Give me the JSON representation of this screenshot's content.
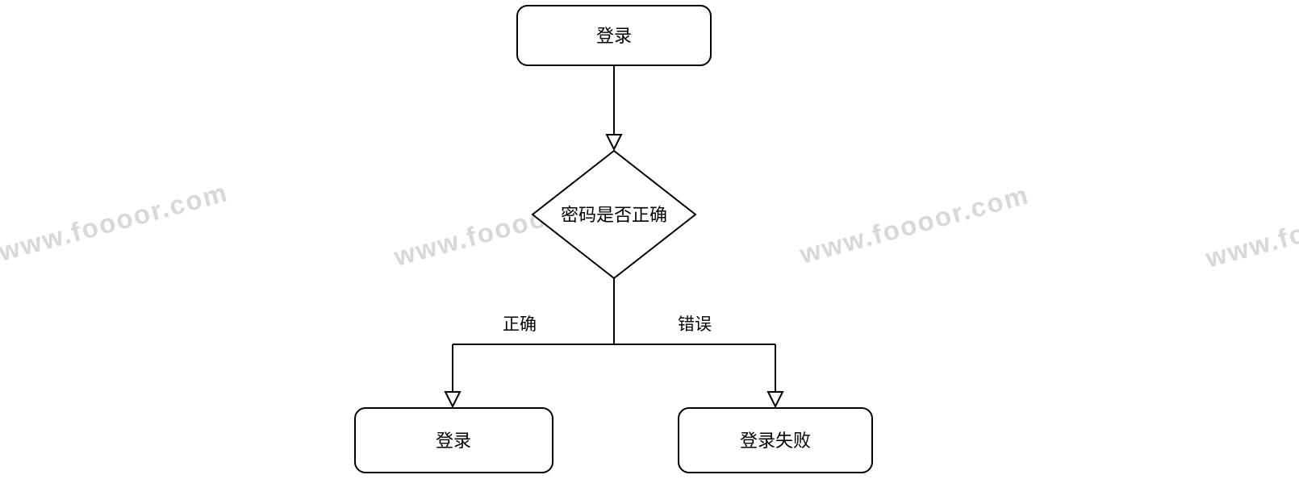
{
  "watermark": {
    "text": "www.foooor.com"
  },
  "diagram": {
    "nodes": [
      {
        "id": "start",
        "type": "rounded-rect",
        "label": "登录"
      },
      {
        "id": "decision",
        "type": "diamond",
        "label": "密码是否正确"
      },
      {
        "id": "success",
        "type": "rounded-rect",
        "label": "登录"
      },
      {
        "id": "failure",
        "type": "rounded-rect",
        "label": "登录失败"
      }
    ],
    "edges": [
      {
        "from": "start",
        "to": "decision",
        "label": ""
      },
      {
        "from": "decision",
        "to": "success",
        "label": "正确"
      },
      {
        "from": "decision",
        "to": "failure",
        "label": "错误"
      }
    ]
  },
  "colors": {
    "background": "#ffffff",
    "line": "#000000",
    "node_fill": "#ffffff",
    "node_stroke": "#000000",
    "text": "#000000",
    "watermark": "#d8d8d8"
  }
}
